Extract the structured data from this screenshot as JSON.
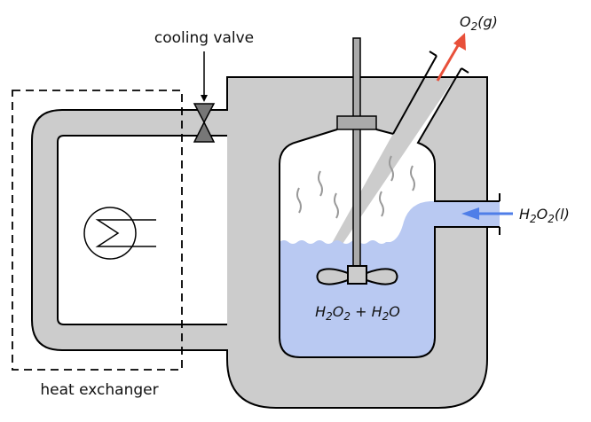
{
  "labels": {
    "cooling_valve": "cooling valve",
    "heat_exchanger": "heat exchanger",
    "o2_out": {
      "base": "O",
      "sub": "2",
      "phase": "(g)"
    },
    "h2o2_in": {
      "b1": "H",
      "s1": "2",
      "b2": "O",
      "s2": "2",
      "phase": "(l)"
    },
    "mixture": {
      "b1": "H",
      "s1": "2",
      "b2": "O",
      "s2": "2",
      "plus": " + ",
      "b3": "H",
      "s3": "2",
      "b4": "O"
    }
  },
  "colors": {
    "jacket": "#cccccc",
    "liquid": "#b9c9f2",
    "valve": "#777777",
    "o2_arrow": "#e8503a",
    "h2o2_arrow": "#4f7ee8",
    "vapor": "#999999",
    "outline": "#000000"
  }
}
